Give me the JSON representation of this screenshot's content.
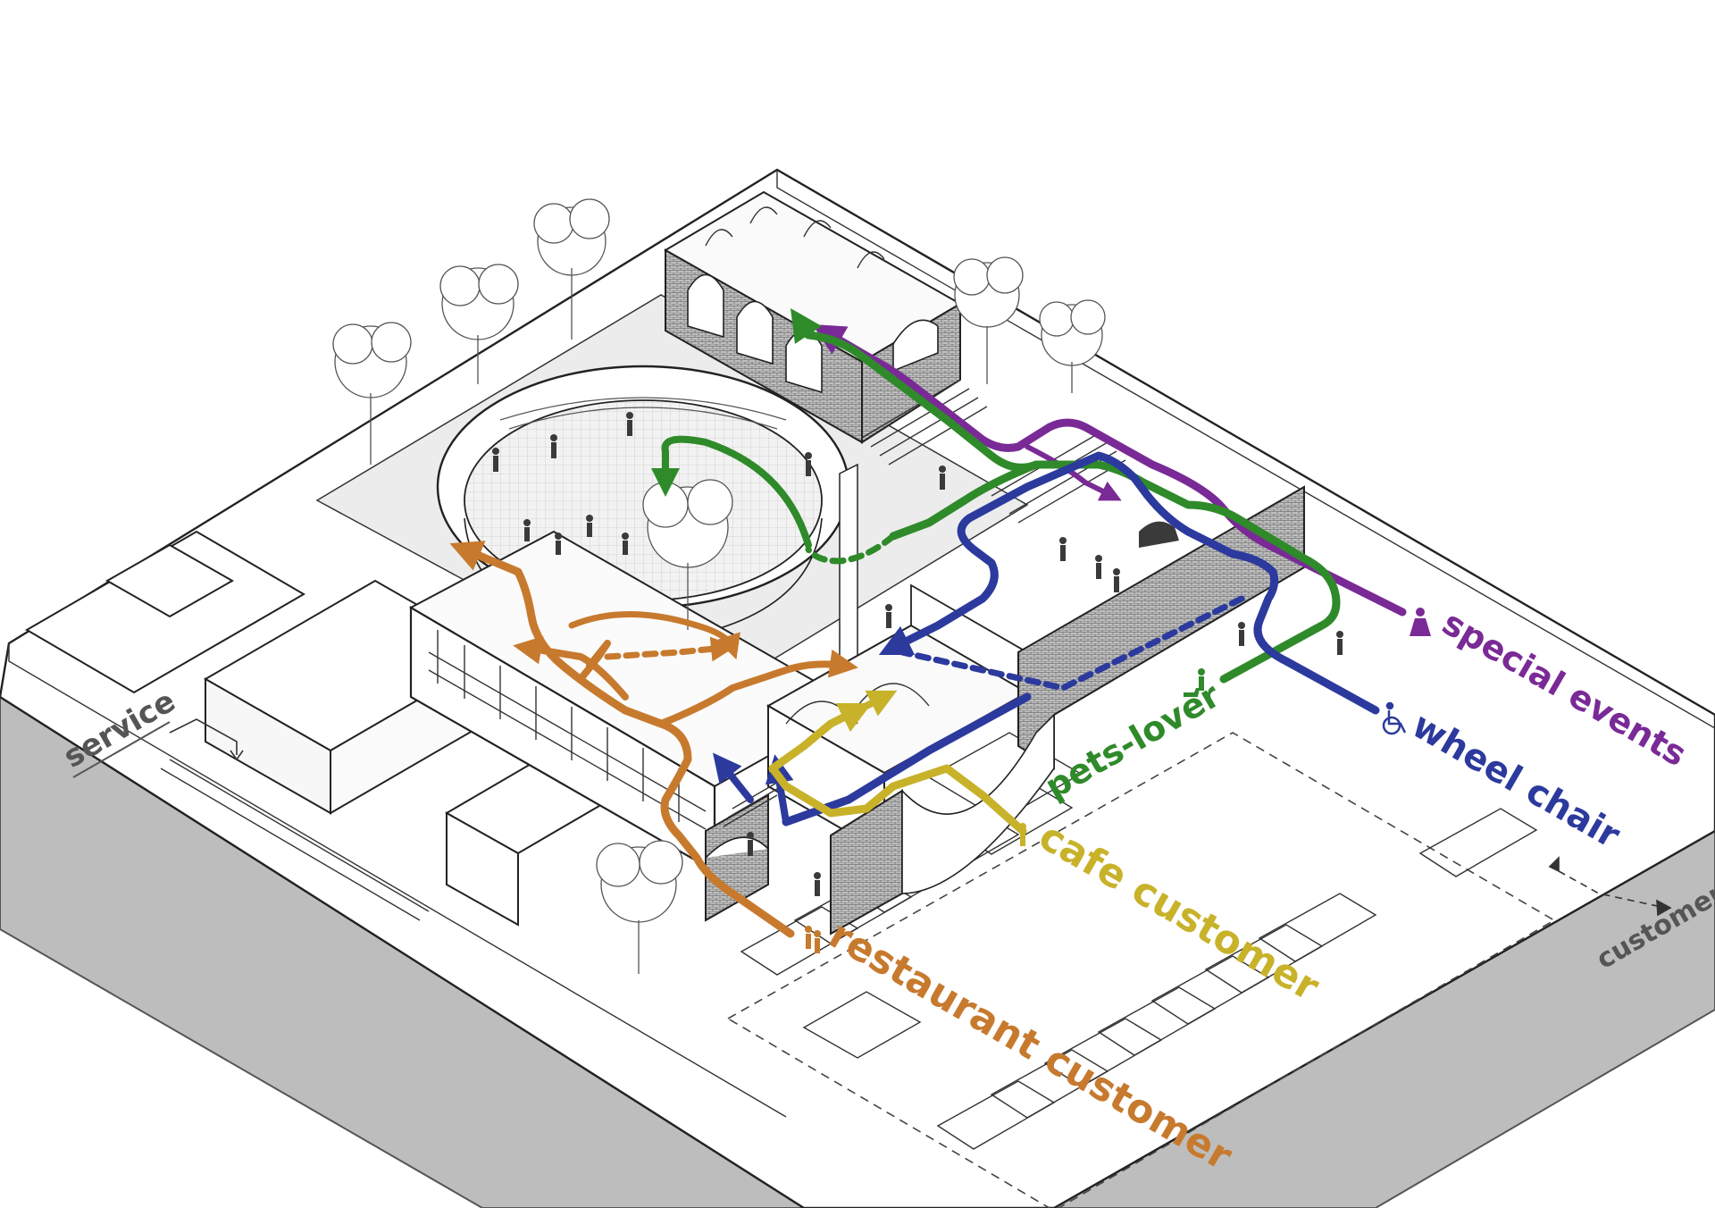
{
  "labels": {
    "service": "service",
    "customer": "customer",
    "restaurant_customer": "restaurant customer",
    "cafe_customer": "cafe customer",
    "pets_lover": "pets-lover",
    "wheel_chair": "wheel chair",
    "special_events": "special events"
  },
  "colors": {
    "restaurant_customer": "#c77a2e",
    "cafe_customer": "#c8b22a",
    "pets_lover": "#2f8a2a",
    "wheel_chair": "#2c3a9e",
    "special_events": "#7a2a96",
    "road": "#bdbdbd",
    "plaza": "#ececec",
    "line": "#222222"
  },
  "icons": {
    "restaurant_customer": "people-icon",
    "cafe_customer": "person-icon",
    "pets_lover": "dog-walker-icon",
    "wheel_chair": "wheelchair-icon",
    "special_events": "woman-icon"
  }
}
